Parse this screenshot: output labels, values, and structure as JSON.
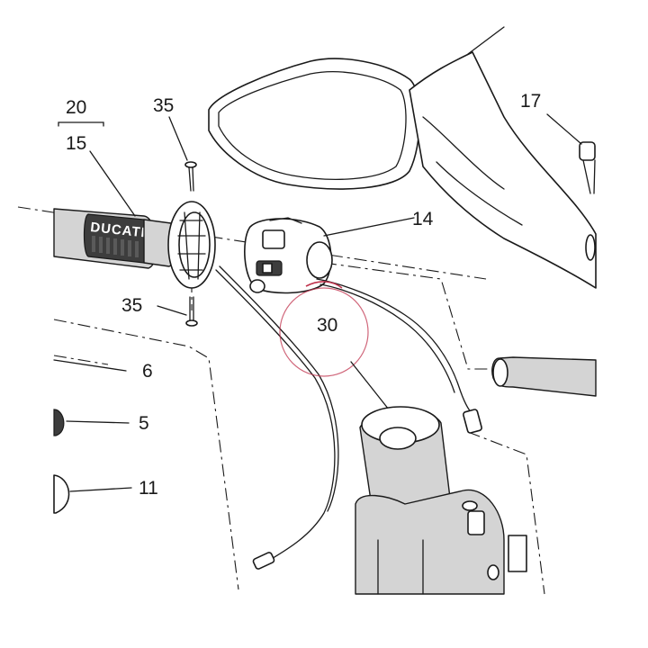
{
  "callouts": {
    "c20": "20",
    "c15": "15",
    "c35_top": "35",
    "c35_bottom": "35",
    "c14": "14",
    "c30": "30",
    "c17": "17",
    "c6": "6",
    "c5": "5",
    "c11": "11"
  },
  "grip_brand": "DUCATI",
  "colors": {
    "line": "#1a1a1a",
    "highlight": "#c0334d"
  }
}
